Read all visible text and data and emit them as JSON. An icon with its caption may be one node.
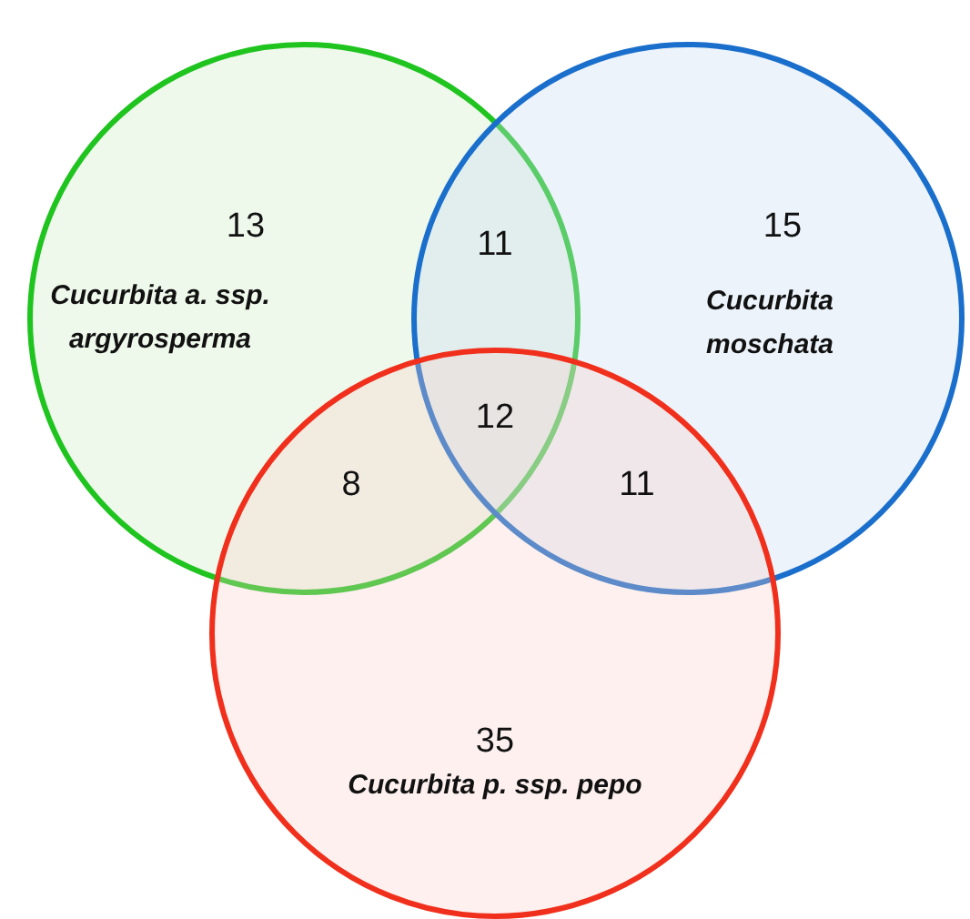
{
  "diagram": {
    "nodes": [
      {
        "text": [
          "13",
          "Cucurbita a. ssp. argyrosperma"
        ]
      },
      {
        "text": [
          "15",
          "Cucurbita moschata"
        ]
      },
      {
        "text": [
          "35",
          "Cucurbita p. ssp. pepo"
        ]
      }
    ],
    "labels": [
      "11",
      "12",
      "8",
      "11"
    ]
  }
}
